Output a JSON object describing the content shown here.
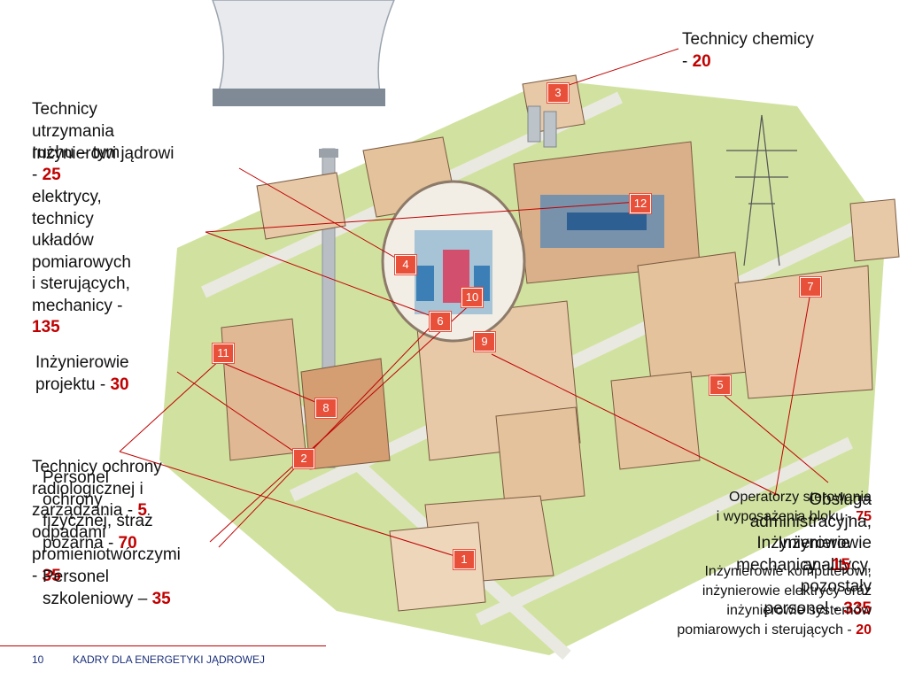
{
  "labels": [
    {
      "id": "chemicy",
      "prefix": "Technicy chemicy\n- ",
      "num": "20"
    },
    {
      "id": "utrzymania",
      "prefix": "Technicy\nutrzymania\nruchu – tym\n- ",
      "num": "25"
    },
    {
      "id": "jadrowi",
      "prefix": "Inżynierowi jądrowi",
      "num": ""
    },
    {
      "id": "elektrycy",
      "prefix": "elektrycy,\ntechnicy\nukładów\npomiarowych\ni sterujących,\nmechanicy -\n",
      "num": "135"
    },
    {
      "id": "projektu",
      "prefix": "Inżynierowie\nprojektu - ",
      "num": "30"
    },
    {
      "id": "ochrony-rad",
      "prefix": "Technicy ochrony\nradiologicznej i\nzarządzania - ",
      "num": "5"
    },
    {
      "id": "odpady",
      "prefix": "odpadami\npromieniotwórczymi\n- ",
      "num": "35"
    },
    {
      "id": "ochrony-fiz",
      "prefix": "Personel\nochrony\nfizycznej, straż\npożarna - ",
      "num": "70"
    },
    {
      "id": "szkoleniowy",
      "prefix": "Personel\nszkoleniowy – ",
      "num": "35"
    },
    {
      "id": "operatorzy",
      "prefix": "Operatorzy sterowania\ni wyposażenia bloku - ",
      "num": "75"
    },
    {
      "id": "administracyjna",
      "prefix": "Obsługa\nadministracyjna,\nInżynierowie\nanalitycy,\npozostały\npersonel - ",
      "num": "335"
    },
    {
      "id": "mechanicy",
      "prefix": "Inżynierowie\nmechanicy - ",
      "num": "15"
    },
    {
      "id": "systemow",
      "prefix": "Inżynierowie komputerowi,\ninżynierowie elektrycy oraz\ninżynierowie systemów\npomiarowych i sterujących - ",
      "num": "20"
    }
  ],
  "building_tags": [
    "1",
    "2",
    "3",
    "4",
    "5",
    "6",
    "7",
    "8",
    "9",
    "10",
    "11",
    "12"
  ],
  "footer": {
    "page_number": "10",
    "title": "KADRY DLA ENERGETYKI JĄDROWEJ"
  },
  "colors": {
    "accent": "#c00000",
    "tag": "#e8503a",
    "footer_text": "#1a2f7a"
  }
}
